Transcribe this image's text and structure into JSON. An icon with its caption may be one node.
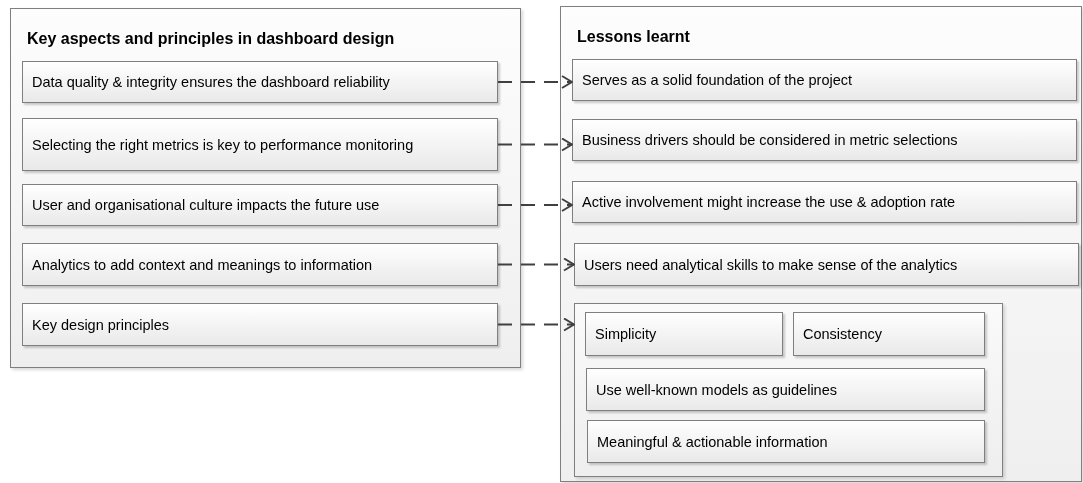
{
  "diagram": {
    "nodes": [
      {
        "text": [
          "Key aspects and principles in dashboard design"
        ]
      },
      {
        "text": [
          "Data quality & integrity ensures the dashboard reliability"
        ],
        "in": 0
      },
      {
        "text": [
          "Selecting the right metrics is key to performance monitoring"
        ],
        "in": 0
      },
      {
        "text": [
          "User and organisational culture impacts the future use"
        ],
        "in": 0
      },
      {
        "text": [
          "Analytics to add context and meanings to information"
        ],
        "in": 0
      },
      {
        "text": [
          "Key design principles"
        ],
        "in": 0
      },
      {
        "text": [
          "Lessons learnt"
        ]
      },
      {
        "text": [
          "Serves as a solid foundation of the project"
        ],
        "in": 6
      },
      {
        "text": [
          "Business drivers should be considered in metric selections"
        ],
        "in": 6
      },
      {
        "text": [
          "Active involvement might increase the use & adoption rate"
        ],
        "in": 6
      },
      {
        "text": [
          "Users need analytical skills to make sense of the analytics"
        ],
        "in": 6
      },
      {
        "text": [],
        "shape": "box",
        "in": 6
      },
      {
        "text": [
          "Simplicity"
        ],
        "in": 11
      },
      {
        "text": [
          "Consistency"
        ],
        "in": 11
      },
      {
        "text": [
          "Use well-known models as guidelines"
        ],
        "in": 11
      },
      {
        "text": [
          "Meaningful & actionable information"
        ],
        "in": 11
      }
    ],
    "edges": [
      {
        "from": 1,
        "to": 7,
        "arrow": "to",
        "style": "dashed"
      },
      {
        "from": 2,
        "to": 8,
        "arrow": "to",
        "style": "dashed"
      },
      {
        "from": 3,
        "to": 9,
        "arrow": "to",
        "style": "dashed"
      },
      {
        "from": 4,
        "to": 10,
        "arrow": "to",
        "style": "dashed"
      },
      {
        "from": 5,
        "to": 11,
        "arrow": "to",
        "style": "dashed"
      }
    ]
  }
}
